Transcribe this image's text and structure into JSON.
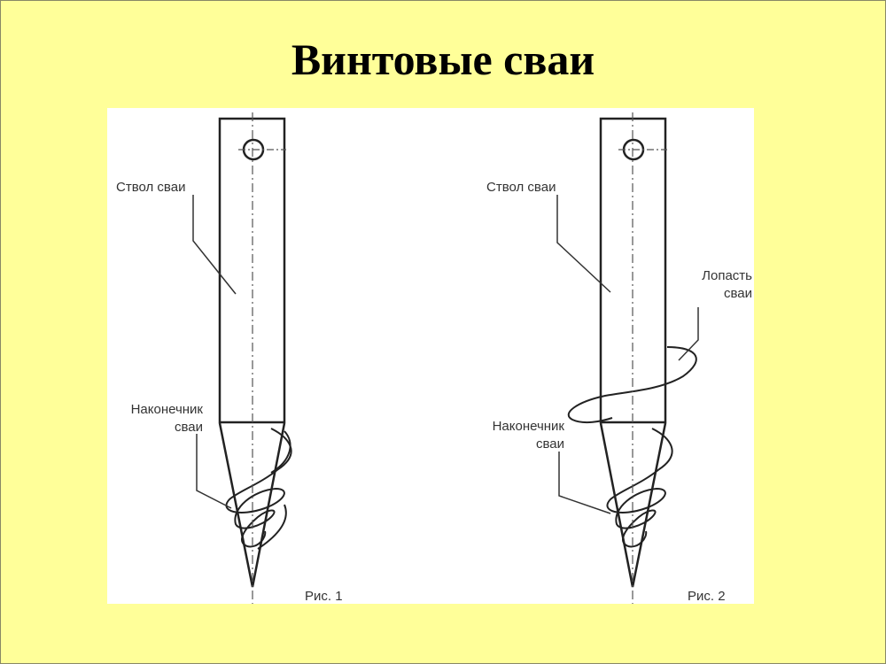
{
  "slide": {
    "title": "Винтовые сваи",
    "background": "#ffff99"
  },
  "figure_1": {
    "shaft_label": "Ствол сваи",
    "tip_label_line1": "Наконечник",
    "tip_label_line2": "сваи",
    "caption": "Рис. 1"
  },
  "figure_2": {
    "shaft_label": "Ствол сваи",
    "blade_label_line1": "Лопасть",
    "blade_label_line2": "сваи",
    "tip_label_line1": "Наконечник",
    "tip_label_line2": "сваи",
    "caption": "Рис. 2"
  }
}
